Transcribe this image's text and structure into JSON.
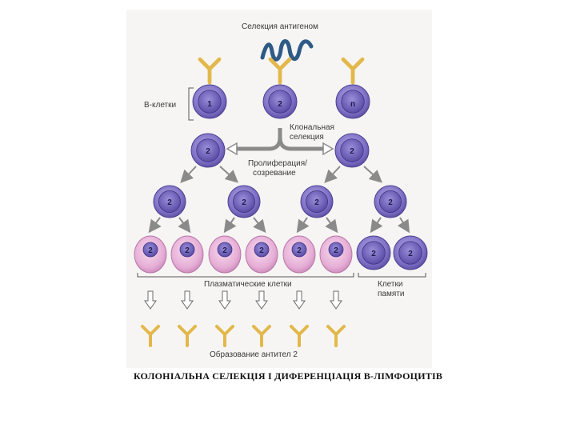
{
  "labels": {
    "antigen_selection": "Селекция антигеном",
    "b_cells": "В-клетки",
    "clonal_selection_1": "Клональная",
    "clonal_selection_2": "селекция",
    "proliferation_1": "Пролиферация/",
    "proliferation_2": "созревание",
    "plasma_cells": "Плазматические клетки",
    "memory_cells_1": "Клетки",
    "memory_cells_2": "памяти",
    "antibody_formation": "Образование антител 2"
  },
  "cells": {
    "b1": "1",
    "b2": "2",
    "bn": "n",
    "g2": "2"
  },
  "caption": "КОЛОНІАЛЬНА СЕЛЕКЦІЯ І ДИФЕРЕНЦІАЦІЯ В-ЛІМФОЦИТІВ",
  "colors": {
    "panel": "#f6f5f4",
    "cell_outer": "#7a6cc0",
    "cell_nucleus": "#6f5fb8",
    "plasma_outer": "#e3a8d2",
    "plasma_nucleus": "#7f72c4",
    "antibody": "#e2b84a",
    "antigen": "#2f5a86",
    "arrow": "#8a8a8a"
  }
}
